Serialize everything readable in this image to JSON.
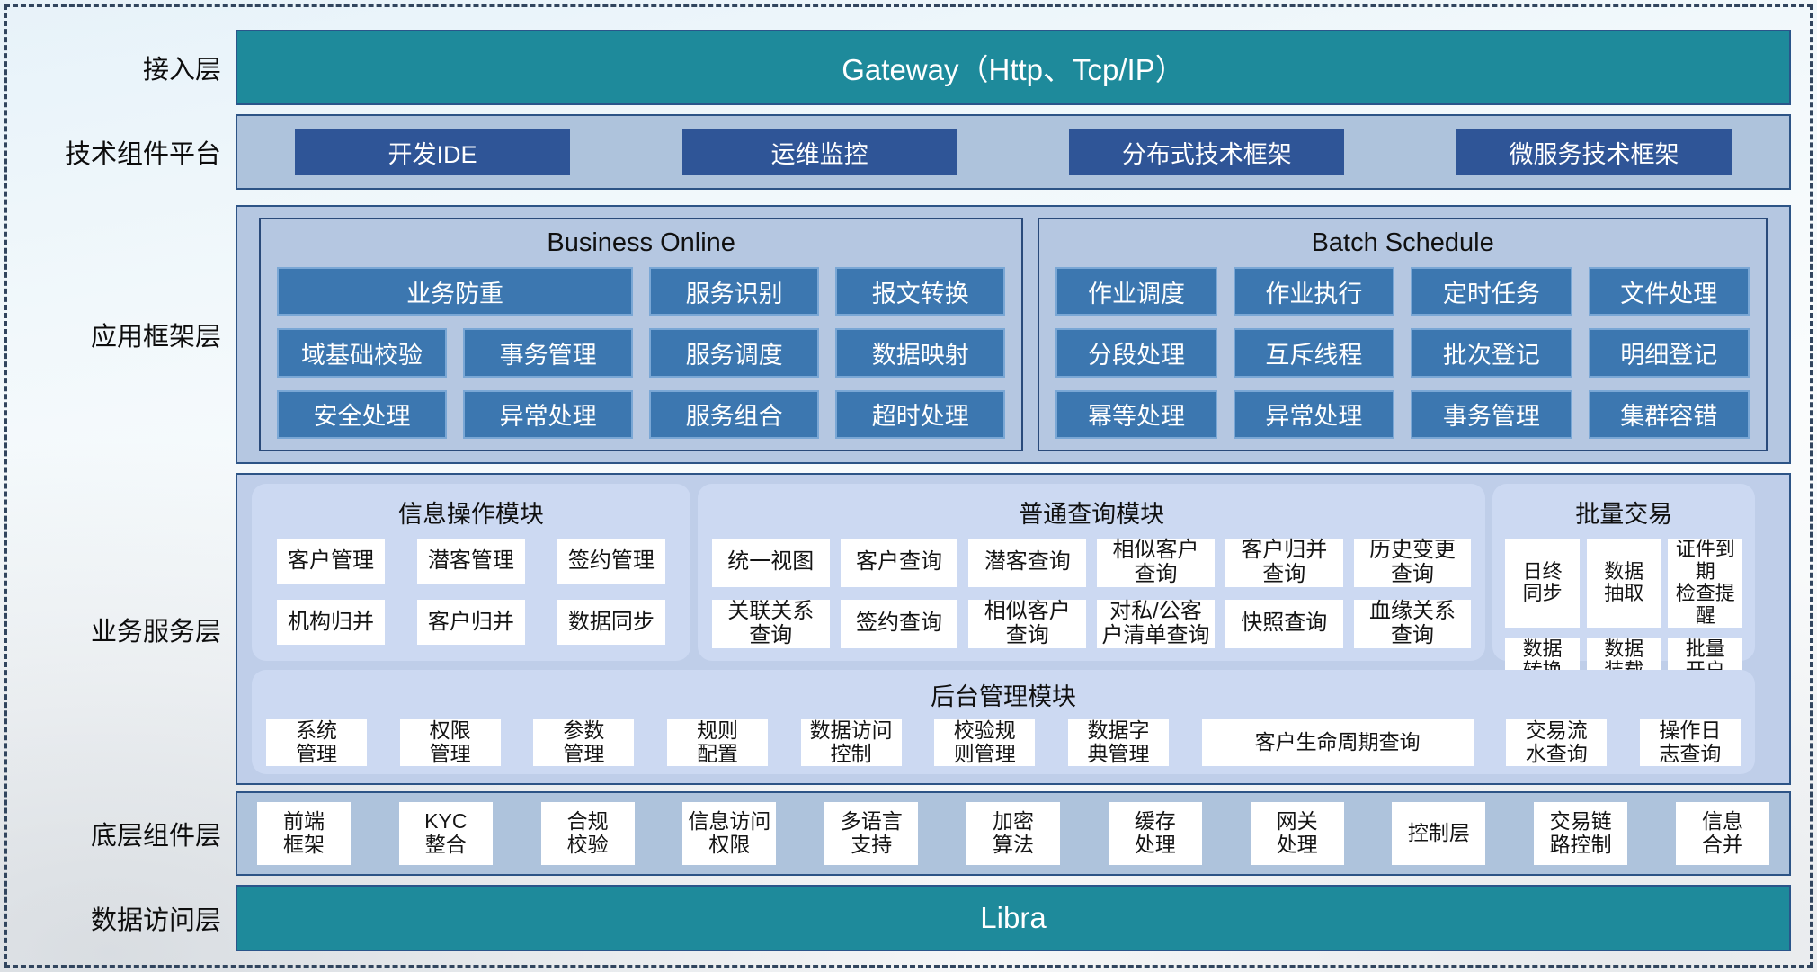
{
  "colors": {
    "teal_bar": "#1E8A9B",
    "navy_button": "#2F5597",
    "steel_button": "#3C77B0",
    "steel_button_border": "#7AA7D5",
    "layer_fill_light": "#AEC3DC",
    "framework_fill": "#B5C7E1",
    "service_fill": "#BFCEE9",
    "module_fill": "#CCD9F2",
    "container_border": "#2D5486",
    "white_box": "#FFFFFF"
  },
  "layers": {
    "access": {
      "label": "接入层",
      "gateway": "Gateway（Http、Tcp/IP）"
    },
    "tech": {
      "label": "技术组件平台",
      "buttons": [
        "开发IDE",
        "运维监控",
        "分布式技术框架",
        "微服务技术框架"
      ]
    },
    "app_framework": {
      "label": "应用框架层",
      "business_online": {
        "title": "Business Online",
        "items": [
          {
            "label": "业务防重",
            "span": 2
          },
          "服务识别",
          "报文转换",
          "域基础校验",
          "事务管理",
          "服务调度",
          "数据映射",
          "安全处理",
          "异常处理",
          "服务组合",
          "超时处理"
        ]
      },
      "batch_schedule": {
        "title": "Batch Schedule",
        "items": [
          "作业调度",
          "作业执行",
          "定时任务",
          "文件处理",
          "分段处理",
          "互斥线程",
          "批次登记",
          "明细登记",
          "幂等处理",
          "异常处理",
          "事务管理",
          "集群容错"
        ]
      }
    },
    "business_service": {
      "label": "业务服务层",
      "info_module": {
        "title": "信息操作模块",
        "items": [
          "客户管理",
          "潜客管理",
          "签约管理",
          "机构归并",
          "客户归并",
          "数据同步"
        ]
      },
      "query_module": {
        "title": "普通查询模块",
        "items": [
          "统一视图",
          "客户查询",
          "潜客查询",
          "相似客户\n查询",
          "客户归并\n查询",
          "历史变更\n查询",
          "关联关系\n查询",
          "签约查询",
          "相似客户\n查询",
          "对私/公客\n户清单查询",
          "快照查询",
          "血缘关系\n查询"
        ]
      },
      "batch_module": {
        "title": "批量交易",
        "items": [
          "日终\n同步",
          "数据\n抽取",
          "证件到期\n检查提醒",
          "数据\n转换",
          "数据\n装载",
          "批量\n开户"
        ]
      },
      "admin_module": {
        "title": "后台管理模块",
        "items": [
          "系统\n管理",
          "权限\n管理",
          "参数\n管理",
          "规则\n配置",
          "数据访问\n控制",
          "校验规\n则管理",
          "数据字\n典管理",
          {
            "label": "客户生命周期查询",
            "wide": true
          },
          "交易流\n水查询",
          "操作日\n志查询"
        ]
      }
    },
    "base_components": {
      "label": "底层组件层",
      "items": [
        "前端\n框架",
        "KYC\n整合",
        "合规\n校验",
        "信息访问\n权限",
        "多语言\n支持",
        "加密\n算法",
        "缓存\n处理",
        "网关\n处理",
        "控制层",
        "交易链\n路控制",
        "信息\n合并"
      ]
    },
    "data_access": {
      "label": "数据访问层",
      "bar": "Libra"
    }
  }
}
